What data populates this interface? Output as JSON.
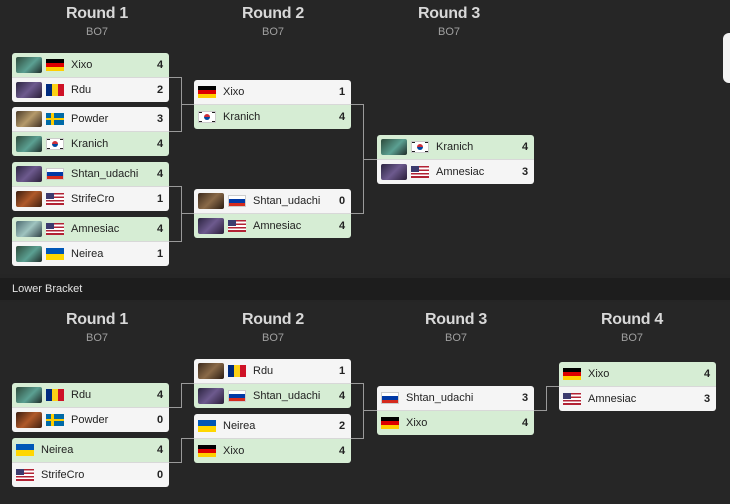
{
  "upper": {
    "headers": [
      {
        "round": "Round 1",
        "bo": "BO7"
      },
      {
        "round": "Round 2",
        "bo": "BO7"
      },
      {
        "round": "Round 3",
        "bo": "BO7"
      }
    ],
    "matches": [
      {
        "p": [
          {
            "name": "Xixo",
            "score": "4"
          },
          {
            "name": "Rdu",
            "score": "2"
          }
        ]
      },
      {
        "p": [
          {
            "name": "Powder",
            "score": "3"
          },
          {
            "name": "Kranich",
            "score": "4"
          }
        ]
      },
      {
        "p": [
          {
            "name": "Shtan_udachi",
            "score": "4"
          },
          {
            "name": "StrifeCro",
            "score": "1"
          }
        ]
      },
      {
        "p": [
          {
            "name": "Amnesiac",
            "score": "4"
          },
          {
            "name": "Neirea",
            "score": "1"
          }
        ]
      },
      {
        "p": [
          {
            "name": "Xixo",
            "score": "1"
          },
          {
            "name": "Kranich",
            "score": "4"
          }
        ]
      },
      {
        "p": [
          {
            "name": "Shtan_udachi",
            "score": "0"
          },
          {
            "name": "Amnesiac",
            "score": "4"
          }
        ]
      },
      {
        "p": [
          {
            "name": "Kranich",
            "score": "4"
          },
          {
            "name": "Amnesiac",
            "score": "3"
          }
        ]
      }
    ]
  },
  "lower": {
    "label": "Lower Bracket",
    "headers": [
      {
        "round": "Round 1",
        "bo": "BO7"
      },
      {
        "round": "Round 2",
        "bo": "BO7"
      },
      {
        "round": "Round 3",
        "bo": "BO7"
      },
      {
        "round": "Round 4",
        "bo": "BO7"
      }
    ],
    "matches": [
      {
        "p": [
          {
            "name": "Rdu",
            "score": "4"
          },
          {
            "name": "Powder",
            "score": "0"
          }
        ]
      },
      {
        "p": [
          {
            "name": "Neirea",
            "score": "4"
          },
          {
            "name": "StrifeCro",
            "score": "0"
          }
        ]
      },
      {
        "p": [
          {
            "name": "Rdu",
            "score": "1"
          },
          {
            "name": "Shtan_udachi",
            "score": "4"
          }
        ]
      },
      {
        "p": [
          {
            "name": "Neirea",
            "score": "2"
          },
          {
            "name": "Xixo",
            "score": "4"
          }
        ]
      },
      {
        "p": [
          {
            "name": "Shtan_udachi",
            "score": "3"
          },
          {
            "name": "Xixo",
            "score": "4"
          }
        ]
      },
      {
        "p": [
          {
            "name": "Xixo",
            "score": "4"
          },
          {
            "name": "Amnesiac",
            "score": "3"
          }
        ]
      }
    ]
  },
  "icons": {
    "heroes": [
      "hero-portrait-icon"
    ],
    "flags": [
      "germany-flag-icon",
      "romania-flag-icon",
      "sweden-flag-icon",
      "south-korea-flag-icon",
      "russia-flag-icon",
      "usa-flag-icon",
      "ukraine-flag-icon"
    ]
  },
  "colors": {
    "winner_row": "#d6edd4",
    "loser_row": "#f5f5f5",
    "background": "#262626"
  }
}
